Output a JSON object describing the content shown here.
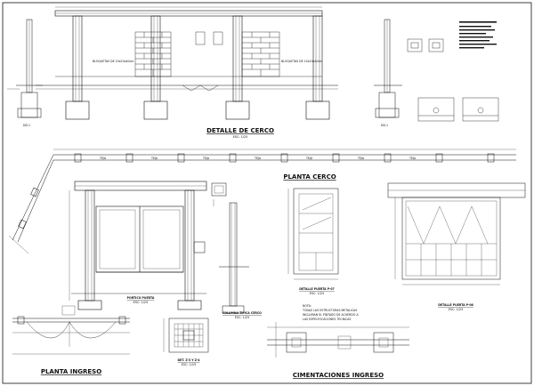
{
  "titles": {
    "detalle_cerco": "DETALLE DE CERCO",
    "planta_cerco": "PLANTA CERCO",
    "portico_puerta": "PORTICO PUERTA",
    "columna_tipica": "COLUMNA TIPICA CERCO",
    "detalle_puerta_p07": "DETALLE PUERTA P-07",
    "detalle_puerta_p06": "DETALLE PUERTA P-06",
    "planta_ingreso": "PLANTA INGRESO",
    "det_z4": "DET. Z-3 Y Z-4",
    "cimentaciones": "CIMENTACIONES INGRESO"
  },
  "scales": {
    "detalle_cerco": "ESC: 1/25",
    "portico": "ESC: 1/25",
    "columna": "ESC: 1/25",
    "p07": "ESC: 1/25",
    "p06": "ESC: 1/25",
    "det": "ESC: 1/25"
  },
  "wall_labels": {
    "left": "BLOQUETAS DE 15x20x40cm",
    "right": "BLOQUETAS DE 15x20x40cm"
  },
  "sections": {
    "left": "DD-1",
    "right": "DD-1"
  },
  "planta_tags": [
    "TEJA",
    "TEJA",
    "TEJA",
    "TEJA",
    "TEJA",
    "TEJA",
    "TEJA"
  ],
  "nota": {
    "title": "NOTA:",
    "lines": [
      "TODAS LAS ESTRUCTURAS METALICAS",
      "INCLUIRAN EL PINTADO DE ACUERDO A",
      "LAS ESPECIFICACIONES TECNICAS"
    ]
  },
  "colors": {
    "line": "#111111",
    "background": "#ffffff"
  }
}
